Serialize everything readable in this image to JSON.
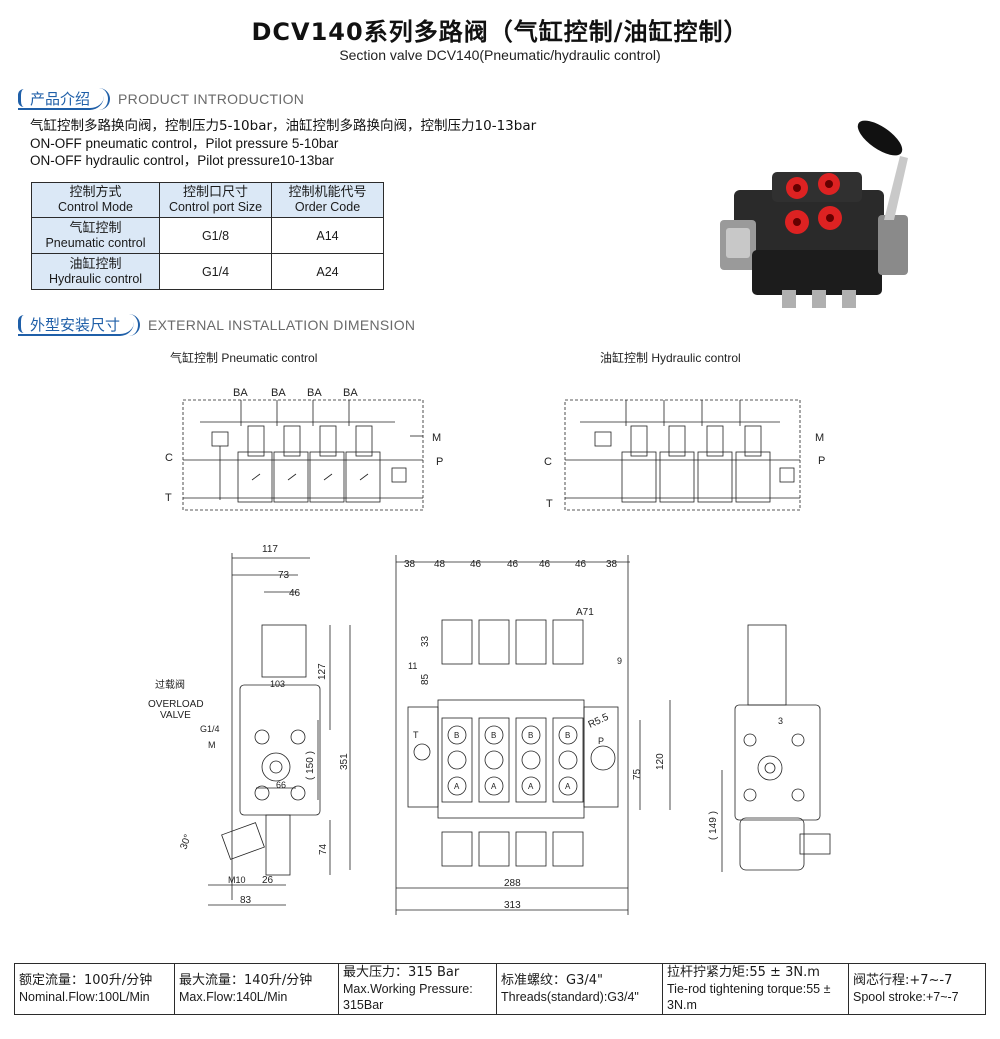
{
  "header": {
    "title": "DCV140系列多路阀（气缸控制/油缸控制）",
    "subtitle": "Section valve DCV140(Pneumatic/hydraulic control)"
  },
  "product_intro": {
    "heading_cn": "产品介绍",
    "heading_en": "PRODUCT INTRODUCTION",
    "lines": [
      "气缸控制多路换向阀，控制压力5-10bar，油缸控制多路换向阀，控制压力10-13bar",
      "ON-OFF pneumatic control，Pilot pressure 5-10bar",
      "ON-OFF hydraulic control，Pilot pressure10-13bar"
    ]
  },
  "spec_table": {
    "headers": [
      {
        "cn": "控制方式",
        "en": "Control Mode"
      },
      {
        "cn": "控制口尺寸",
        "en": "Control port Size"
      },
      {
        "cn": "控制机能代号",
        "en": "Order Code"
      }
    ],
    "rows": [
      {
        "mode_cn": "气缸控制",
        "mode_en": "Pneumatic control",
        "size": "G1/8",
        "code": "A14"
      },
      {
        "mode_cn": "油缸控制",
        "mode_en": "Hydraulic control",
        "size": "G1/4",
        "code": "A24"
      }
    ]
  },
  "install": {
    "heading_cn": "外型安装尺寸",
    "heading_en": "EXTERNAL INSTALLATION DIMENSION",
    "schem_left_title": "气缸控制 Pneumatic control",
    "schem_right_title": "油缸控制  Hydraulic control",
    "port_labels": {
      "ba": "BA",
      "c": "C",
      "t": "T",
      "m": "M",
      "p": "P"
    },
    "overload_cn": "过载阀",
    "overload_en_1": "OVERLOAD",
    "overload_en_2": "VALVE",
    "g14": "G1/4",
    "m_label": "M",
    "left_dims": [
      "117",
      "73",
      "46",
      "103",
      "127",
      "351",
      "( 150 )",
      "66",
      "74",
      "30°",
      "M10",
      "26",
      "83"
    ],
    "front_dims": [
      "38",
      "48",
      "46",
      "46",
      "46",
      "46",
      "38",
      "A71",
      "33",
      "11",
      "85",
      "9",
      "R5.5",
      "75",
      "120",
      "288",
      "313"
    ],
    "front_ports": {
      "t": "T",
      "p": "P",
      "b": "B",
      "a": "A"
    },
    "right_dims": [
      "3",
      "( 149 )"
    ]
  },
  "footer": [
    {
      "cn": "额定流量：100升/分钟",
      "en": "Nominal.Flow:100L/Min"
    },
    {
      "cn": "最大流量：140升/分钟",
      "en": "Max.Flow:140L/Min"
    },
    {
      "cn": "最大压力：315 Bar",
      "en": "Max.Working Pressure: 315Bar"
    },
    {
      "cn": "标准螺纹：G3/4\"",
      "en": "Threads(standard):G3/4\""
    },
    {
      "cn": "拉杆拧紧力矩:55 ± 3N.m",
      "en": "Tie-rod tightening torque:55 ± 3N.m"
    },
    {
      "cn": "阀芯行程:+7~-7",
      "en": "Spool stroke:+7~-7"
    }
  ],
  "colors": {
    "accent": "#1f5fa8",
    "table_header_bg": "#dbe8f6",
    "line": "#2b2b2b"
  }
}
